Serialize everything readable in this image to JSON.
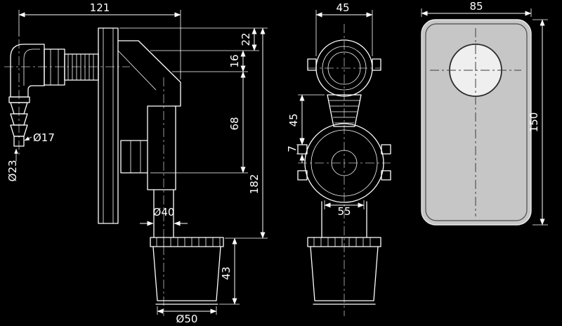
{
  "colors": {
    "background": "#000000",
    "line": "#ffffff",
    "plate_fill": "#c6c6c6"
  },
  "front": {
    "dims": {
      "overall_width": "121",
      "plate_to_body": "22",
      "body_step": "16",
      "body_drop": "68",
      "overall_height": "182",
      "hose_inner_dia": "Ø17",
      "hose_outer_dia": "Ø23",
      "outlet_pipe_dia": "Ø40",
      "cup_height": "43",
      "cup_outlet_dia": "Ø50"
    }
  },
  "side": {
    "dims": {
      "top_width": "45",
      "neck_height": "45",
      "flange_thickness": "7",
      "body_width": "55"
    }
  },
  "plate": {
    "dims": {
      "width": "85",
      "height": "150"
    }
  }
}
